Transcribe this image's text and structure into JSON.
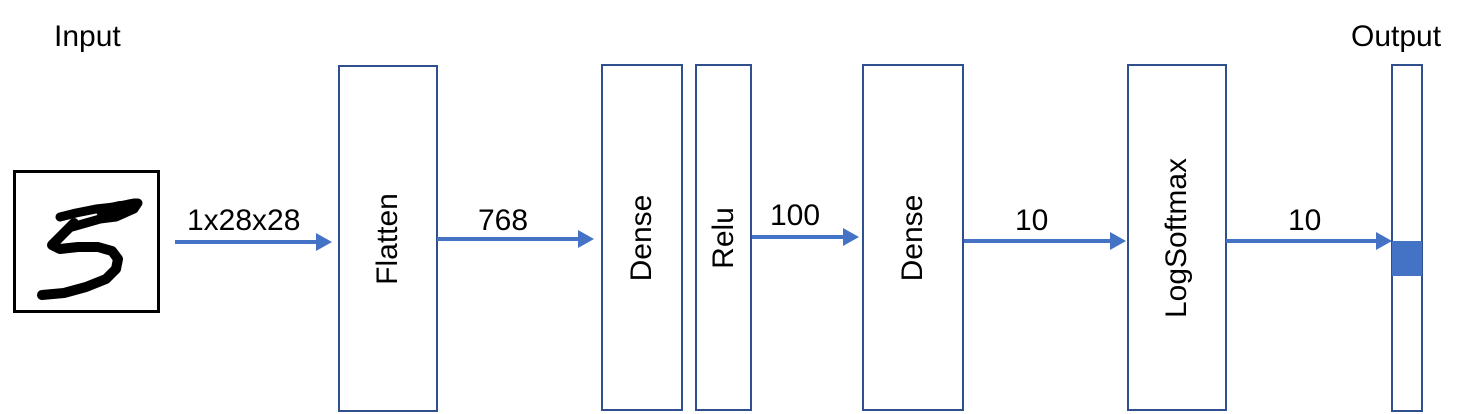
{
  "input_label": "Input",
  "output_label": "Output",
  "layers": {
    "flatten": "Flatten",
    "dense1": "Dense",
    "relu": "Relu",
    "dense2": "Dense",
    "logsoftmax": "LogSoftmax"
  },
  "edges": {
    "input_to_flatten": "1x28x28",
    "flatten_to_dense": "768",
    "relu_to_dense": "100",
    "dense_to_logsoftmax": "10",
    "logsoftmax_to_output": "10"
  },
  "colors": {
    "arrow": "#4472c4",
    "box_border": "#2f4f8f",
    "output_highlight": "#4472c4"
  }
}
